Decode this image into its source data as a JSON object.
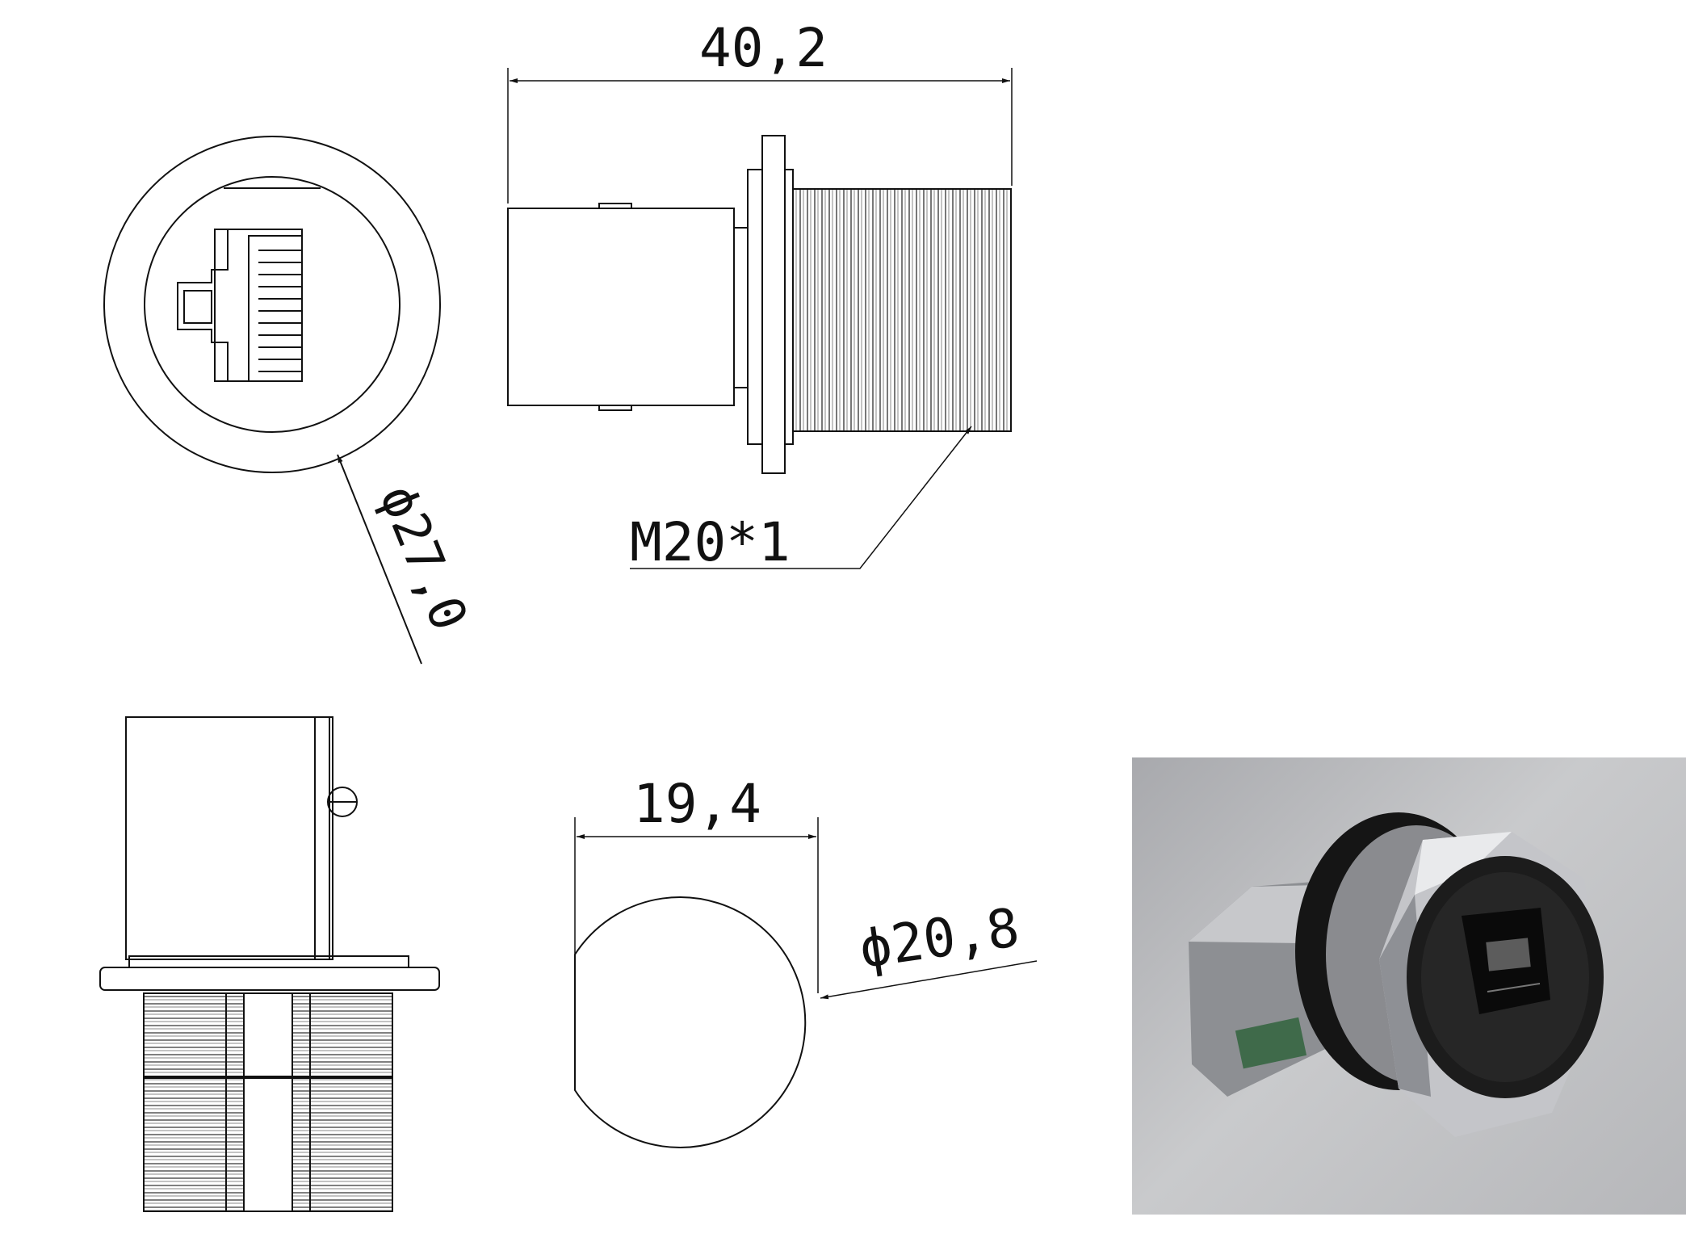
{
  "dimensions": {
    "overall_length": "40,2",
    "outer_diameter": "ϕ27,0",
    "thread_spec": "M20*1",
    "cutout_width": "19,4",
    "cutout_diameter": "ϕ20,8"
  },
  "colors": {
    "line": "#111111",
    "thread": "#555555",
    "photo_bg": "#b9babd"
  },
  "photo": {
    "subject": "rj45-panel-connector-photo"
  }
}
